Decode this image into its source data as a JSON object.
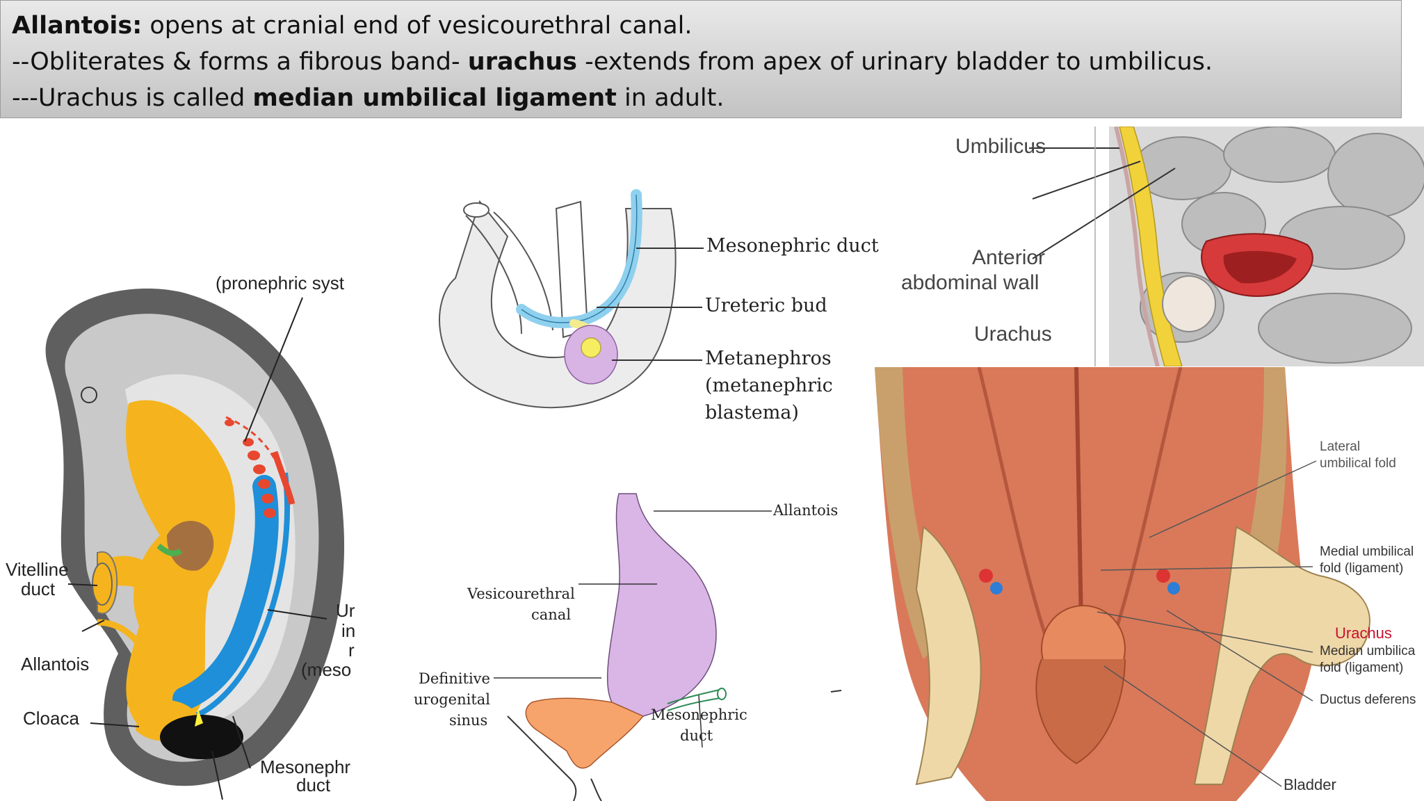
{
  "header": {
    "line1_bold": "Allantois:",
    "line1_text": " opens at cranial end of vesicourethral canal.",
    "line2_pre": "--Obliterates & forms a fibrous band- ",
    "line2_bold": "urachus",
    "line2_post": " -extends from apex of  urinary bladder to umbilicus.",
    "line3_pre": "---Urachus is called ",
    "line3_bold": "median umbilical ligament",
    "line3_post": " in adult."
  },
  "embryo_panel": {
    "pronephric": "(pronephric syst",
    "vitelline_1": "Vitelline",
    "vitelline_2": "duct",
    "allantois": "Allantois",
    "cloaca": "Cloaca",
    "ur_1": "Ur",
    "ur_2": "in",
    "ur_3": "r",
    "ur_4": "(meso",
    "mesonephr_1": "Mesonephr",
    "mesonephr_2": "duct"
  },
  "metanephros_panel": {
    "mesonephric_duct": "Mesonephric duct",
    "ureteric_bud": "Ureteric bud",
    "metanephros_1": "Metanephros",
    "metanephros_2": "(metanephric",
    "metanephros_3": "blastema)"
  },
  "canal_panel": {
    "allantois": "Allantois",
    "vesicourethral_1": "Vesicourethral",
    "vesicourethral_2": "canal",
    "definitive_1": "Definitive",
    "definitive_2": "urogenital",
    "definitive_3": "sinus",
    "mesonephric_1": "Mesonephric",
    "mesonephric_2": "duct"
  },
  "sagittal_panel": {
    "umbilicus": "Umbilicus",
    "anterior_1": "Anterior",
    "anterior_2": "abdominal wall",
    "urachus": "Urachus"
  },
  "bladder_panel": {
    "lateral_1": "Lateral",
    "lateral_2": "umbilical fold",
    "medial_1": "Medial umbilical",
    "medial_2": "fold (ligament)",
    "urachus": "Urachus",
    "median_1": "Median umbilica",
    "median_2": "fold (ligament)",
    "ductus": "Ductus deferens",
    "bladder": "Bladder"
  },
  "colors": {
    "banner_top": "#e9e9e9",
    "banner_bottom": "#c3c3c3",
    "yellow": "#f5b41e",
    "blue": "#1e8fd8",
    "purple": "#d9b6e6",
    "orange": "#f6a46c",
    "muscle": "#d9795a",
    "urachus_label": "#c8102e"
  }
}
